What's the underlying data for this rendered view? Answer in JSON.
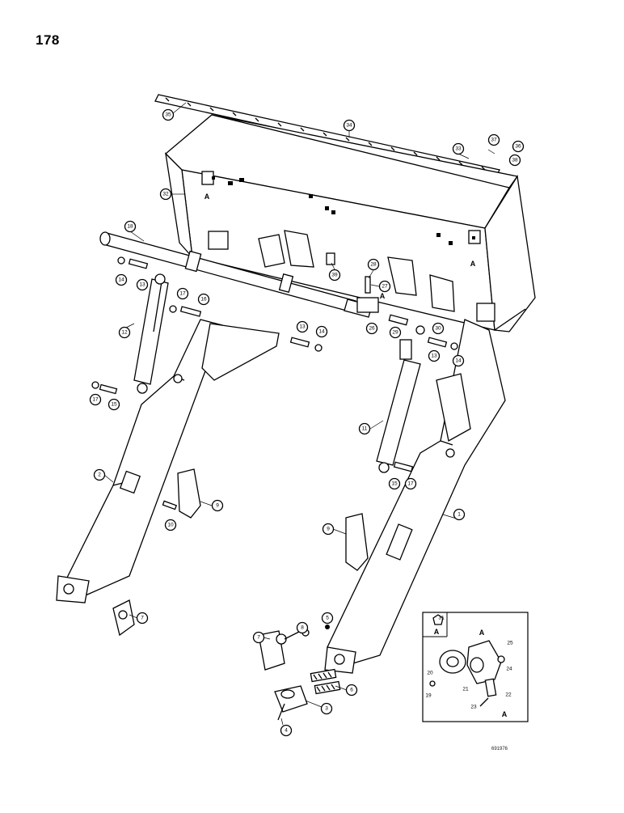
{
  "page": {
    "number": "178"
  },
  "plate_id": "691976",
  "callouts": [
    {
      "id": "c35",
      "label": "35"
    },
    {
      "id": "c34",
      "label": "34"
    },
    {
      "id": "c33",
      "label": "33"
    },
    {
      "id": "c37",
      "label": "37"
    },
    {
      "id": "c36",
      "label": "36"
    },
    {
      "id": "c38",
      "label": "38"
    },
    {
      "id": "c32",
      "label": "32"
    },
    {
      "id": "c18",
      "label": "18"
    },
    {
      "id": "c39",
      "label": "39"
    },
    {
      "id": "c28",
      "label": "28"
    },
    {
      "id": "c27",
      "label": "27"
    },
    {
      "id": "c14a",
      "label": "14"
    },
    {
      "id": "c13a",
      "label": "13"
    },
    {
      "id": "c17a",
      "label": "17"
    },
    {
      "id": "c16",
      "label": "16"
    },
    {
      "id": "c26",
      "label": "26"
    },
    {
      "id": "c29",
      "label": "29"
    },
    {
      "id": "c30",
      "label": "30"
    },
    {
      "id": "c12",
      "label": "12"
    },
    {
      "id": "c13b",
      "label": "13"
    },
    {
      "id": "c14b",
      "label": "14"
    },
    {
      "id": "c13c",
      "label": "13"
    },
    {
      "id": "c14c",
      "label": "14"
    },
    {
      "id": "c17b",
      "label": "17"
    },
    {
      "id": "c15a",
      "label": "15"
    },
    {
      "id": "c11",
      "label": "11"
    },
    {
      "id": "c15b",
      "label": "15"
    },
    {
      "id": "c17c",
      "label": "17"
    },
    {
      "id": "c2",
      "label": "2"
    },
    {
      "id": "c9a",
      "label": "9"
    },
    {
      "id": "c10",
      "label": "10"
    },
    {
      "id": "c1",
      "label": "1"
    },
    {
      "id": "c9b",
      "label": "9"
    },
    {
      "id": "c7a",
      "label": "7"
    },
    {
      "id": "c5",
      "label": "5"
    },
    {
      "id": "c7b",
      "label": "7"
    },
    {
      "id": "c8",
      "label": "8"
    },
    {
      "id": "c6",
      "label": "6"
    },
    {
      "id": "c3",
      "label": "3"
    },
    {
      "id": "c4",
      "label": "4"
    },
    {
      "id": "c31",
      "label": "31"
    },
    {
      "id": "c25",
      "label": "25"
    },
    {
      "id": "c24",
      "label": "24"
    },
    {
      "id": "c20",
      "label": "20"
    },
    {
      "id": "c21",
      "label": "21"
    },
    {
      "id": "c19",
      "label": "19"
    },
    {
      "id": "c22",
      "label": "22"
    },
    {
      "id": "c23",
      "label": "23"
    }
  ],
  "ref_letters": [
    {
      "id": "A1",
      "label": "A"
    },
    {
      "id": "A2",
      "label": "A"
    },
    {
      "id": "A3",
      "label": "A"
    },
    {
      "id": "A4",
      "label": "A"
    },
    {
      "id": "A5",
      "label": "A"
    },
    {
      "id": "A6",
      "label": "A"
    }
  ]
}
